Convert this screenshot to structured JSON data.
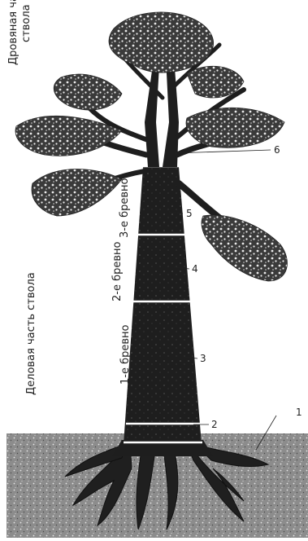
{
  "labels": {
    "crown_part": [
      "Дровяная часть",
      "ствола"
    ],
    "merchantable_part": "Деловая часть ствола",
    "log1": "1-е бревно",
    "log2": "2-е бревно",
    "log3": "3-е бревно"
  },
  "markers": {
    "m1": "1",
    "m2": "2",
    "m3": "3",
    "m4": "4",
    "m5": "5",
    "m6": "6"
  },
  "colors": {
    "trunk": "#1e1e1e",
    "soil": "#8a8a8a",
    "foliage": "#2a2a2a",
    "background": "#ffffff"
  }
}
